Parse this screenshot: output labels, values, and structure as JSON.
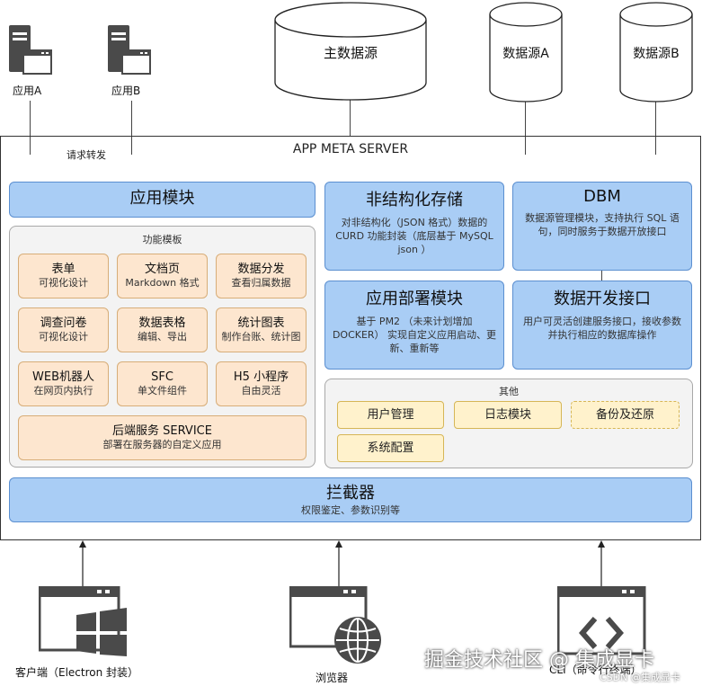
{
  "apps": [
    {
      "label": "应用A",
      "icon": "server-window-icon"
    },
    {
      "label": "应用B",
      "icon": "server-window-icon"
    }
  ],
  "sources": {
    "main": "主数据源",
    "a": "数据源A",
    "b": "数据源B"
  },
  "request_forward": "请求转发",
  "server_title": "APP META SERVER",
  "app_module": {
    "title": "应用模块"
  },
  "feature_panel": {
    "title": "功能模板",
    "cards": [
      {
        "title": "表单",
        "sub": "可视化设计"
      },
      {
        "title": "文档页",
        "sub": "Markdown 格式"
      },
      {
        "title": "数据分发",
        "sub": "查看归属数据"
      },
      {
        "title": "调查问卷",
        "sub": "可视化设计"
      },
      {
        "title": "数据表格",
        "sub": "编辑、导出"
      },
      {
        "title": "统计图表",
        "sub": "制作台账、统计图"
      },
      {
        "title": "WEB机器人",
        "sub": "在网页内执行"
      },
      {
        "title": "SFC",
        "sub": "单文件组件"
      },
      {
        "title": "H5 小程序",
        "sub": "自由灵活"
      }
    ],
    "service": {
      "title": "后端服务 SERVICE",
      "sub": "部署在服务器的自定义应用"
    }
  },
  "unstructured": {
    "title": "非结构化存储",
    "desc": "对非结构化（JSON 格式）数据的 CURD 功能封装（底层基于 MySQL json ）"
  },
  "dbm": {
    "title": "DBM",
    "desc": "数据源管理模块，支持执行 SQL 语句，同时服务于数据开放接口"
  },
  "deploy": {
    "title": "应用部署模块",
    "desc": "基于 PM2 （未来计划增加 DOCKER） 实现自定义应用启动、更新、重新等"
  },
  "data_api": {
    "title": "数据开发接口",
    "desc": "用户可灵活创建服务接口，接收参数并执行相应的数据库操作"
  },
  "others": {
    "title": "其他",
    "items": [
      "用户管理",
      "日志模块",
      "备份及还原",
      "系统配置"
    ]
  },
  "interceptor": {
    "title": "拦截器",
    "desc": "权限鉴定、参数识别等"
  },
  "clients": [
    {
      "label": "客户端（Electron 封装）",
      "icon": "windows-window-icon"
    },
    {
      "label": "浏览器",
      "icon": "globe-window-icon"
    },
    {
      "label": "CLI（命令行终端）",
      "icon": "code-window-icon"
    }
  ],
  "watermark": "掘金技术社区 @ 集成显卡",
  "watermark_small": "CSDN @集成显卡",
  "colors": {
    "module_blue": "#a9cdf5",
    "card_cream": "#fde6cf",
    "item_yellow": "#fff2cc",
    "panel_grey": "#f3f3f3"
  }
}
